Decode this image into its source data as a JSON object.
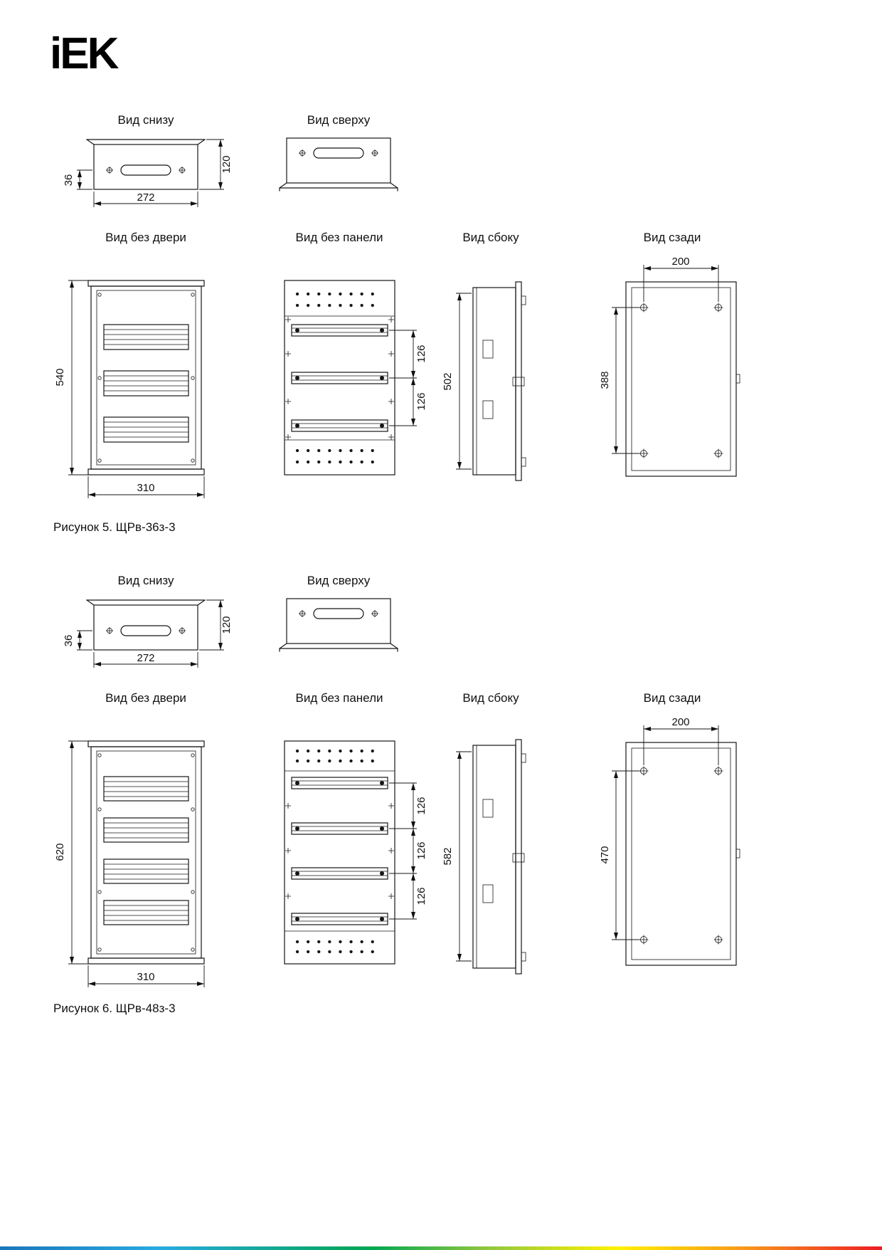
{
  "brand": "iEK",
  "brand_strip_colors": [
    "#1b75bb",
    "#29aae1",
    "#00a651",
    "#8dc63f",
    "#fff200",
    "#f7941d",
    "#ed1c24"
  ],
  "figures": [
    {
      "caption": "Рисунок 5. ЩРв-36з-3",
      "views": {
        "bottom": {
          "label": "Вид снизу",
          "dim_back": "36",
          "dim_width": "272",
          "dim_depth": "120"
        },
        "top": {
          "label": "Вид сверху"
        },
        "front_no_door": {
          "label": "Вид без двери",
          "dim_height": "540",
          "dim_width": "310"
        },
        "front_no_panel": {
          "label": "Вид без панели",
          "dim_gap1": "126",
          "dim_gap2": "126"
        },
        "side": {
          "label": "Вид сбоку",
          "dim_height": "502"
        },
        "rear": {
          "label": "Вид сзади",
          "dim_width": "200",
          "dim_height": "388"
        }
      }
    },
    {
      "caption": "Рисунок 6. ЩРв-48з-3",
      "views": {
        "bottom": {
          "label": "Вид снизу",
          "dim_back": "36",
          "dim_width": "272",
          "dim_depth": "120"
        },
        "top": {
          "label": "Вид сверху"
        },
        "front_no_door": {
          "label": "Вид без двери",
          "dim_height": "620",
          "dim_width": "310"
        },
        "front_no_panel": {
          "label": "Вид без панели",
          "dim_gap1": "126",
          "dim_gap2": "126",
          "dim_gap3": "126"
        },
        "side": {
          "label": "Вид сбоку",
          "dim_height": "582"
        },
        "rear": {
          "label": "Вид сзади",
          "dim_width": "200",
          "dim_height": "470"
        }
      }
    }
  ]
}
